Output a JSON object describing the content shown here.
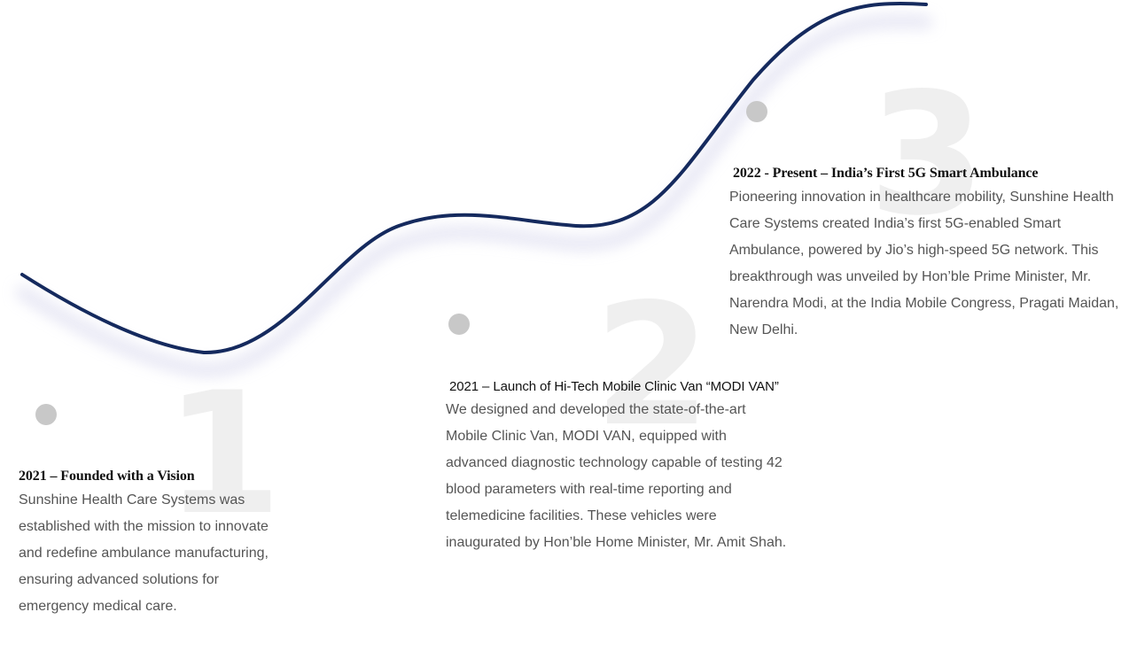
{
  "timeline": {
    "line_color": "#152a5e",
    "dot_color": "#c8c8c8",
    "numeral_color": "#efefef",
    "milestones": [
      {
        "number": "1",
        "title": "2021 – Founded with a Vision",
        "description": "Sunshine Health Care Systems was established with the mission to innovate and redefine ambulance manufacturing, ensuring advanced solutions for emergency medical care."
      },
      {
        "number": "2",
        "title": "2021 – Launch of Hi-Tech Mobile Clinic Van “MODI VAN”",
        "description": "We designed and developed the state-of-the-art Mobile Clinic Van, MODI VAN, equipped with advanced diagnostic technology capable of testing 42 blood parameters with real-time reporting and telemedicine facilities. These vehicles were inaugurated by Hon’ble Home Minister, Mr. Amit Shah."
      },
      {
        "number": "3",
        "title": "2022 - Present – India’s First 5G Smart Ambulance",
        "description": "Pioneering innovation in healthcare mobility, Sunshine Health Care Systems created India’s first 5G-enabled Smart Ambulance, powered by Jio’s high-speed 5G network. This breakthrough was unveiled by Hon’ble Prime Minister, Mr. Narendra Modi, at the India Mobile Congress, Pragati Maidan, New Delhi."
      }
    ]
  }
}
